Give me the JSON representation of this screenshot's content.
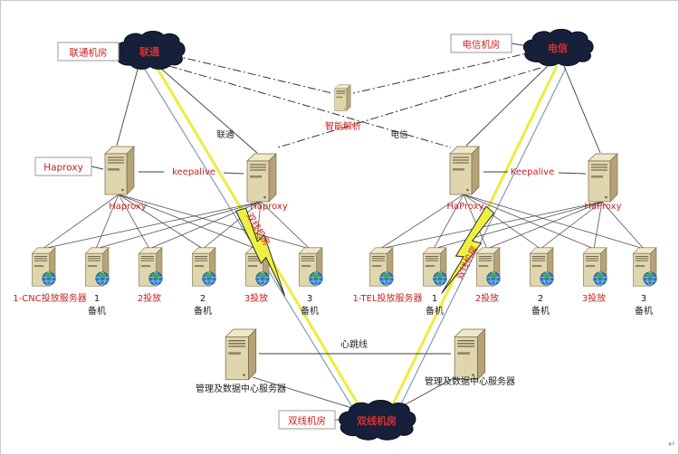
{
  "colors": {
    "accent_red": "#cc2020",
    "bolt_yellow": "#f0f044",
    "cloud_navy": "#16203a",
    "server_beige": "#e0d6ae"
  },
  "top_left": {
    "room_box": "联通机房",
    "cloud": "联通"
  },
  "top_right": {
    "room_box": "电信机房",
    "cloud": "电信"
  },
  "dns": {
    "label": "智能解析"
  },
  "links": {
    "unicom": "联通",
    "telecom": "电信",
    "keepalive_left": "keepalive",
    "keepalive_right": "Keepalive",
    "heartbeat": "心跳线",
    "bolt_left": "双线机房",
    "bolt_right": "双线机房"
  },
  "left_cluster": {
    "box": "Haproxy",
    "lb": [
      "Haproxy",
      "Haproxy"
    ],
    "servers": [
      {
        "label": "1-CNC投放服务器",
        "sub": ""
      },
      {
        "label": "1",
        "sub": "备机"
      },
      {
        "label": "2投放",
        "sub": ""
      },
      {
        "label": "2",
        "sub": "备机"
      },
      {
        "label": "3投放",
        "sub": ""
      },
      {
        "label": "3",
        "sub": "备机"
      }
    ]
  },
  "right_cluster": {
    "lb": [
      "HaProxy",
      "HaProxy"
    ],
    "servers": [
      {
        "label": "1-TEL投放服务器",
        "sub": ""
      },
      {
        "label": "1",
        "sub": "备机"
      },
      {
        "label": "2投放",
        "sub": ""
      },
      {
        "label": "2",
        "sub": "备机"
      },
      {
        "label": "3投放",
        "sub": ""
      },
      {
        "label": "3",
        "sub": "备机"
      }
    ]
  },
  "mgmt": {
    "left": "管理及数据中心服务器",
    "right": "管理及数据中心服务器"
  },
  "bottom": {
    "room_box": "双线机房",
    "cloud": "双线机房"
  },
  "corner_mark": "↵"
}
